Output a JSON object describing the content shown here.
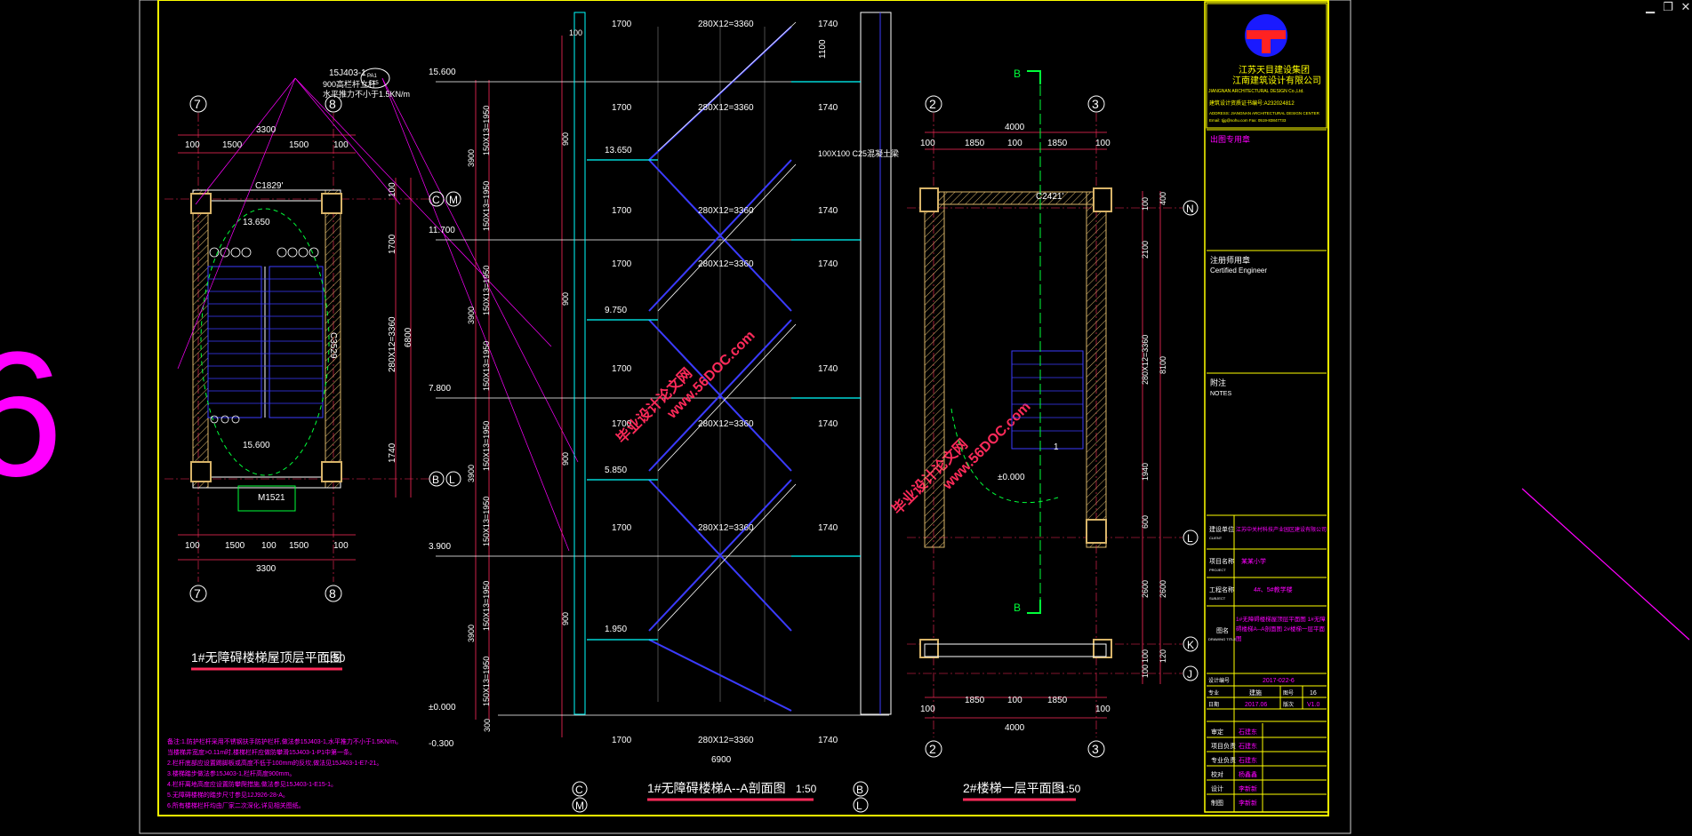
{
  "window": {
    "min_glyph": "▁",
    "max_glyph": "❐",
    "close_glyph": "✕"
  },
  "colors": {
    "frame": "#ffff00",
    "magenta": "#ff00ff",
    "red": "#ff2a5a",
    "cyan": "#00ffff",
    "green": "#00ff3a",
    "white": "#ffffff",
    "blue": "#3b3bff",
    "wall": "#d8b469"
  },
  "left_edge_mark": "6",
  "plan_roof": {
    "title": "1#无障碍楼梯屋顶层平面图",
    "scale": "1:50",
    "axes": [
      "7",
      "8",
      "C",
      "M",
      "B",
      "L"
    ],
    "dims_top": [
      "3300",
      "100",
      "1500",
      "1500",
      "100"
    ],
    "dims_bottom": [
      "100",
      "1500",
      "100",
      "1500",
      "100",
      "3300"
    ],
    "dims_side": [
      "100",
      "1700",
      "6800",
      "280X12=3360",
      "1740"
    ],
    "levels": [
      "13.650",
      "15.600"
    ],
    "tags": [
      "C1829'",
      "C3529",
      "M1521"
    ],
    "callout": [
      "15J403-1",
      "900高栏杆立杆",
      "水平推力不小于1.5KN/m"
    ],
    "callout_badge": [
      "PA1",
      "E15"
    ]
  },
  "section": {
    "title": "1#无障碍楼梯A--A剖面图",
    "scale": "1:50",
    "levels": [
      "15.600",
      "13.650",
      "11.700",
      "9.750",
      "7.800",
      "5.850",
      "3.900",
      "1.950",
      "±0.000",
      "-0.300"
    ],
    "flight_dims": [
      "1700",
      "280X12=3360",
      "1740"
    ],
    "floor_dims": [
      "3900",
      "150X13=1950",
      "900",
      "300",
      "100"
    ],
    "note_beam": "100X100 C25混凝土梁",
    "total": "6900",
    "axes_bottom": [
      "C",
      "M",
      "B",
      "L"
    ],
    "top_dim": "1100"
  },
  "plan_ground": {
    "title": "2#楼梯一层平面图",
    "scale": "1:50",
    "axes": [
      "2",
      "3",
      "N",
      "L",
      "K",
      "J",
      "B"
    ],
    "dims_top": [
      "4000",
      "100",
      "1850",
      "100",
      "1850",
      "100"
    ],
    "dims_bottom": [
      "100",
      "1850",
      "100",
      "1850",
      "100",
      "4000"
    ],
    "dims_side": [
      "400",
      "100",
      "2100",
      "280X12=3360",
      "8100",
      "1940",
      "600",
      "2600",
      "2600",
      "100",
      "100",
      "120"
    ],
    "level": "±0.000",
    "tag": "C2421'",
    "up_mark": "1"
  },
  "watermarks": [
    {
      "line1": "毕业设计论文网",
      "line2": "www.56DOC.com"
    },
    {
      "line1": "毕业设计论文网",
      "line2": "www.56DOC.com"
    }
  ],
  "notes": [
    "备注:1.防护栏杆采用不锈钢扶手防护栏杆,做法参15J403-1,水平推力不小于1.5KN/m。",
    "     当楼梯井宽度>0.11m时,楼梯栏杆应做防攀滑15J403-1-P1中第一条。",
    "  2.栏杆底部应设置踢脚板或高度不低于100mm的反坎,做法见15J403-1-E7-21。",
    "  3.楼梯踏步做法参15J403-1,栏杆高度900mm。",
    "  4.栏杆离地高度应设置防攀爬措施,做法参见15J403-1-E15-1。",
    "  5.无障碍楼梯的踏步尺寸参见12J926-28-A。",
    "  6.所有楼梯栏杆均由厂家二次深化,详见相关图纸。"
  ],
  "title_block": {
    "company_cn": "江苏天目建设集团",
    "company_cn2": "江南建筑设计有限公司",
    "company_en": "JIANGNAN ARCHITECTURAL DESIGN Co.,Ltd.",
    "cert": "建筑设计资质证书编号:A232024812",
    "contact1": "ADDRESS: JIANGNAN ARCHITECTURAL DESIGN CENTER",
    "contact2": "Email: tjjg@sohu.com  Fax: 0519-83847733",
    "stamp_label": "出图专用章",
    "engineer_cn": "注册师用章",
    "engineer_en": "Certified Engineer",
    "notes_cn": "附注",
    "notes_en": "NOTES",
    "rows": [
      {
        "label": "建设单位",
        "label_en": "CLIENT",
        "value": "江苏中关村科技产业园区建设有限公司"
      },
      {
        "label": "项目名称",
        "label_en": "PROJECT",
        "value": "某某小学"
      },
      {
        "label": "工程名称",
        "label_en": "SUBJECT",
        "value": "4#、5#教学楼"
      },
      {
        "label": "图名",
        "label_en": "DRAWING TITLE",
        "value": "1#无障碍楼梯屋顶层平面图 1#无障碍楼梯A--A剖面图 2#楼梯一层平面图"
      }
    ],
    "drawing_no_label": "设计编号",
    "drawing_no": "2017-022-6",
    "discipline_label": "专业",
    "discipline": "建施",
    "sheet_label": "图号",
    "sheet": "16",
    "date_label": "日期",
    "date": "2017.06",
    "version_label": "版次",
    "version": "V1.0",
    "sign_rows": [
      {
        "label": "审定",
        "name": "石建东"
      },
      {
        "label": "项目负责",
        "name": "石建东"
      },
      {
        "label": "专业负责",
        "name": "石建东"
      },
      {
        "label": "校对",
        "name": "杨鑫鑫"
      },
      {
        "label": "设计",
        "name": "李新新"
      },
      {
        "label": "制图",
        "name": "李新新"
      }
    ]
  }
}
